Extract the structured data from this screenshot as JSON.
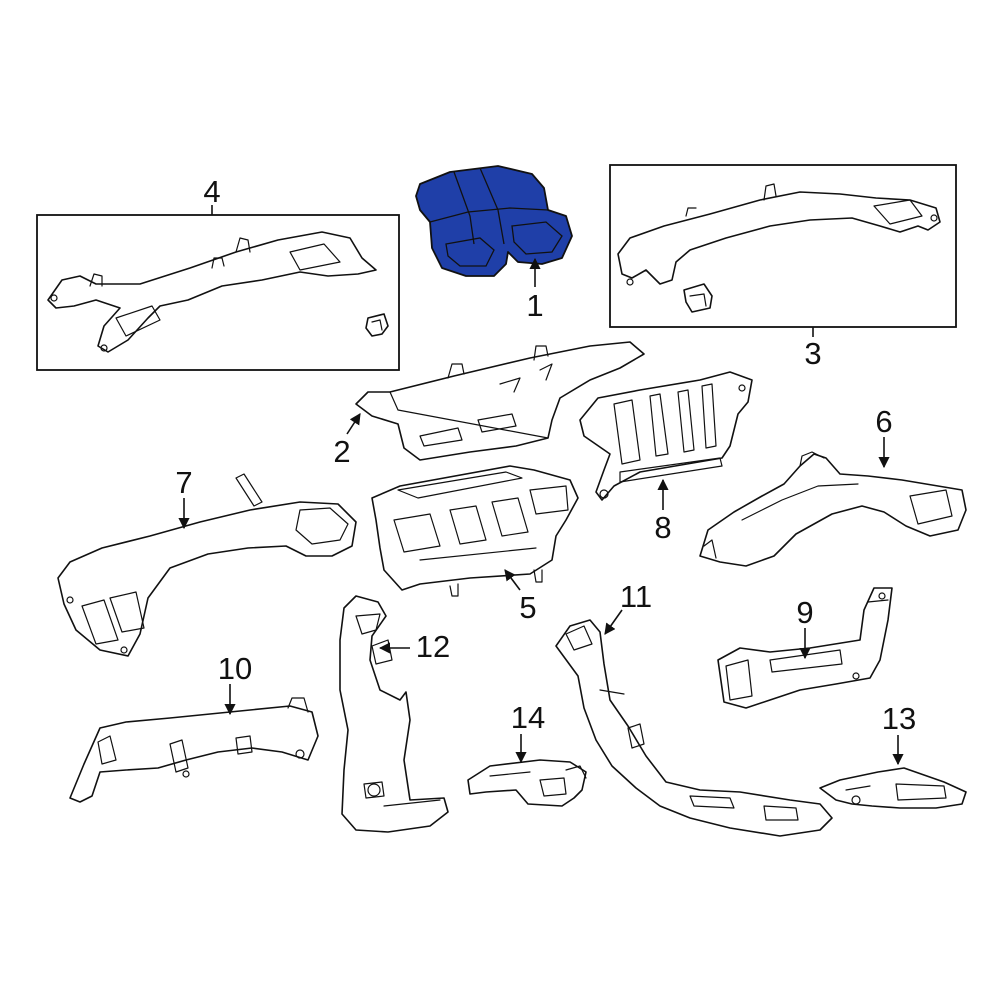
{
  "diagram": {
    "highlight_color": "#1f3fa8",
    "callouts": {
      "c1": "1",
      "c2": "2",
      "c3": "3",
      "c4": "4",
      "c5": "5",
      "c6": "6",
      "c7": "7",
      "c8": "8",
      "c9": "9",
      "c10": "10",
      "c11": "11",
      "c12": "12",
      "c13": "13",
      "c14": "14"
    }
  }
}
